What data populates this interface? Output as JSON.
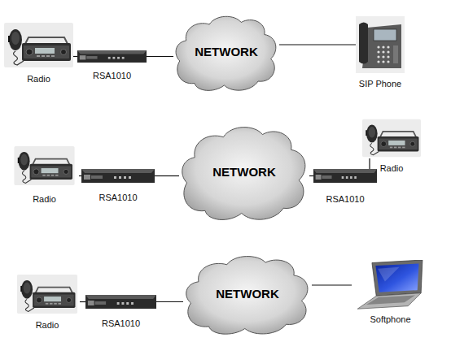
{
  "diagram": {
    "nodes": [
      {
        "text": [
          "Radio"
        ]
      },
      {
        "text": [
          "RSA1010"
        ]
      },
      {
        "text": [
          "NETWORK"
        ]
      },
      {
        "text": [
          "SIP Phone"
        ]
      },
      {
        "text": [
          "Radio"
        ]
      },
      {
        "text": [
          "RSA1010"
        ]
      },
      {
        "text": [
          "NETWORK"
        ]
      },
      {
        "text": [
          "RSA1010"
        ]
      },
      {
        "text": [
          "Radio"
        ]
      },
      {
        "text": [
          "Radio"
        ]
      },
      {
        "text": [
          "RSA1010"
        ]
      },
      {
        "text": [
          "NETWORK"
        ]
      },
      {
        "text": [
          "Softphone"
        ]
      }
    ],
    "edges": [
      {
        "from": 0,
        "to": 1,
        "arrow": "none"
      },
      {
        "from": 1,
        "to": 2,
        "arrow": "none"
      },
      {
        "from": 2,
        "to": 3,
        "arrow": "none"
      },
      {
        "from": 4,
        "to": 5,
        "arrow": "none"
      },
      {
        "from": 5,
        "to": 6,
        "arrow": "none"
      },
      {
        "from": 6,
        "to": 7,
        "arrow": "none"
      },
      {
        "from": 7,
        "to": 8,
        "arrow": "none"
      },
      {
        "from": 9,
        "to": 10,
        "arrow": "none"
      },
      {
        "from": 10,
        "to": 11,
        "arrow": "none"
      },
      {
        "from": 11,
        "to": 12,
        "arrow": "none"
      }
    ]
  }
}
